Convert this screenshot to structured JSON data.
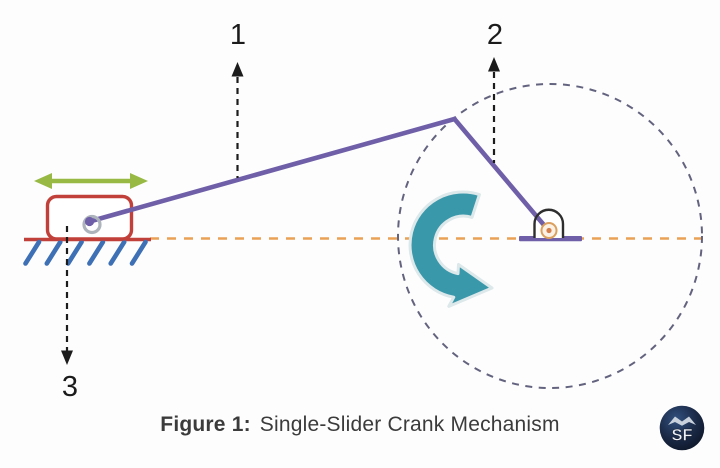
{
  "figure": {
    "caption_label": "Figure 1:",
    "caption_text": "Single-Slider Crank Mechanism"
  },
  "labels": {
    "link1": "1",
    "link2": "2",
    "link3": "3"
  },
  "logo": {
    "text": "SF",
    "icon": "open-book-icon"
  },
  "icons": {
    "rotation": "rotation-arrow-icon",
    "slide_direction": "double-headed-arrow-icon",
    "ground": "hatched-ground-icon"
  },
  "colors": {
    "link_purple": "#6f5fa8",
    "slider_red": "#c2403a",
    "ground_hatch_blue": "#3e70b5",
    "slide_arrow_green": "#98ba45",
    "centerline_orange": "#e9a155",
    "crank_circle_gray": "#63637f",
    "rotation_teal": "#3a98ab",
    "label_black": "#1b1b1b",
    "caption_gray": "#3b3b3b",
    "logo_navy": "#1b2a47"
  }
}
